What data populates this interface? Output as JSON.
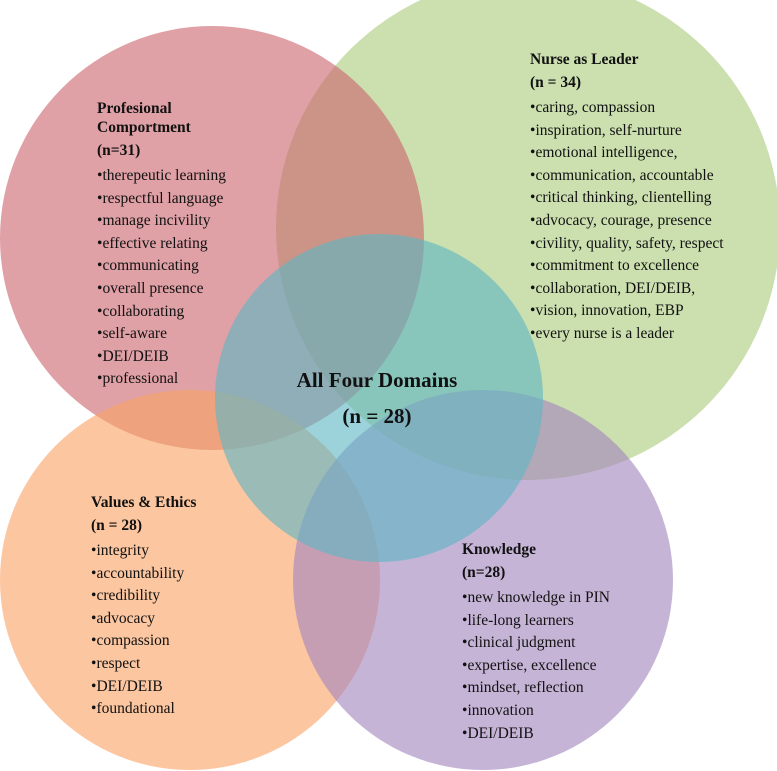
{
  "domains": {
    "professional": {
      "title_line1": "Profesional",
      "title_line2": "Comportment",
      "count": "(n=31)",
      "color": "#CC6670",
      "items": [
        "therepeutic learning",
        "respectful language",
        "manage incivility",
        "effective relating",
        "communicating",
        "overall presence",
        "collaborating",
        "self-aware",
        "DEI/DEIB",
        "professional"
      ]
    },
    "leader": {
      "title": "Nurse as Leader",
      "count": "(n = 34)",
      "color": "#ABCB7E",
      "items": [
        "caring, compassion",
        "inspiration, self-nurture",
        "emotional intelligence,",
        "communication, accountable",
        "critical thinking, clientelling",
        "advocacy, courage, presence",
        "civility, quality, safety, respect",
        "commitment to excellence",
        "collaboration, DEI/DEIB,",
        "vision, innovation, EBP",
        "every nurse is a leader"
      ]
    },
    "values": {
      "title": "Values & Ethics",
      "count": "(n = 28)",
      "color": "#F9A365",
      "items": [
        "integrity",
        "accountability",
        "credibility",
        "advocacy",
        "compassion",
        "respect",
        "DEI/DEIB",
        "foundational"
      ]
    },
    "knowledge": {
      "title": "Knowledge",
      "count": "(n=28)",
      "color": "#A386BF",
      "items": [
        "new knowledge in PIN",
        "life-long learners",
        "clinical judgment",
        "expertise, excellence",
        "mindset, reflection",
        "innovation",
        "DEI/DEIB"
      ]
    },
    "center": {
      "title": "All Four Domains",
      "count": "(n = 28)",
      "color": "#5FB6C4"
    }
  }
}
